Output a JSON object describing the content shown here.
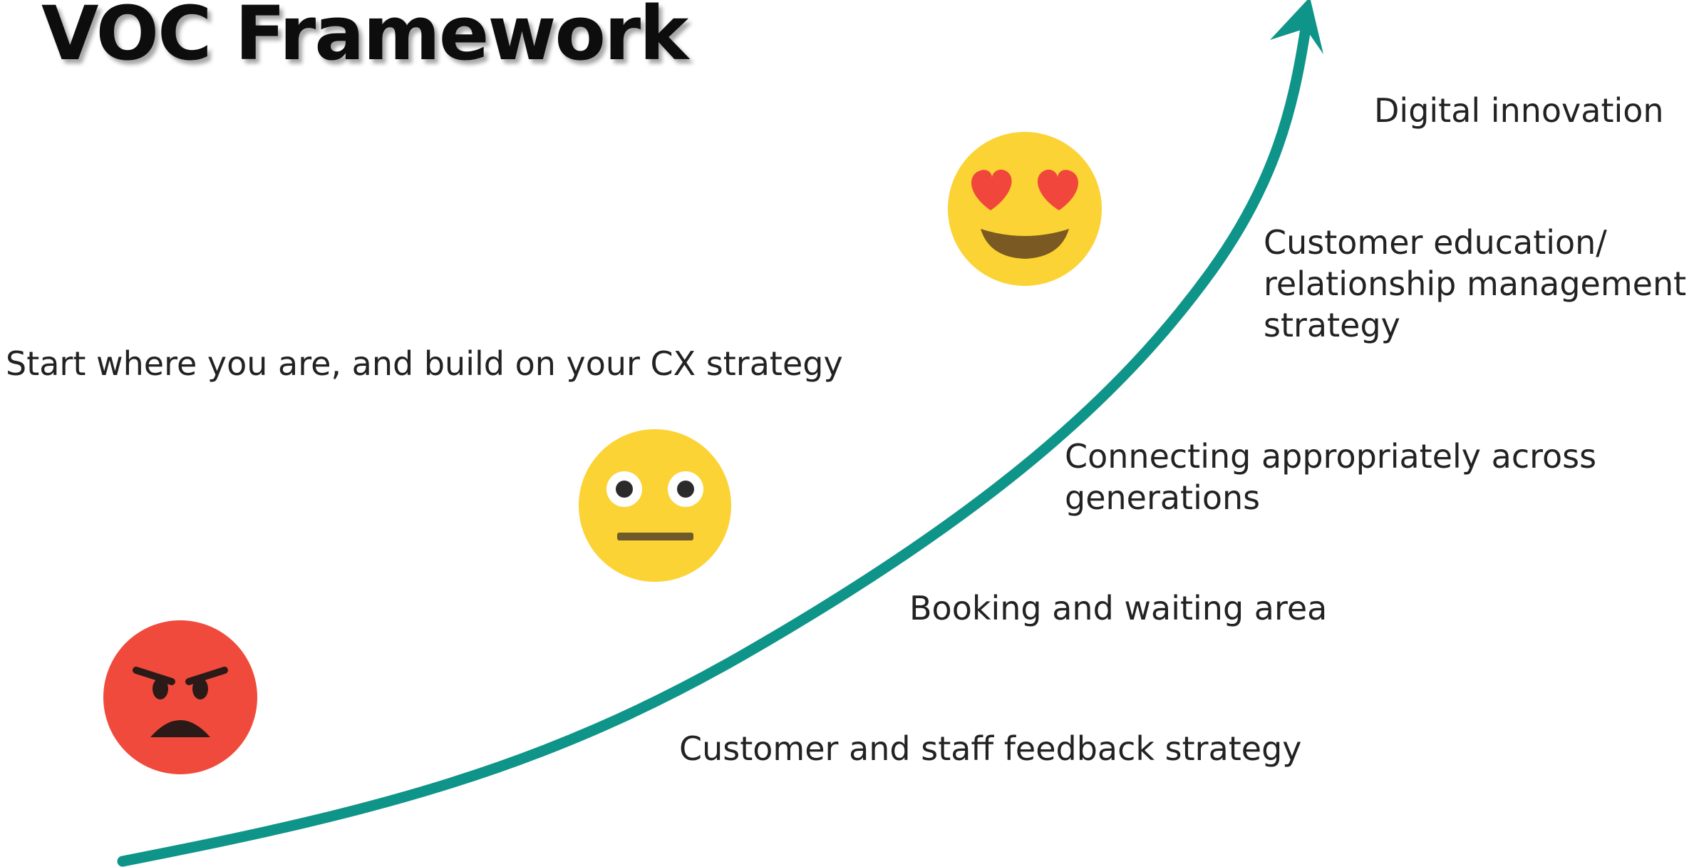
{
  "title": "VOC Framework",
  "subtitle": "Start where you are, and build on your CX strategy",
  "steps": {
    "digital": "Digital innovation",
    "education": [
      "Customer education/",
      "relationship management",
      "strategy"
    ],
    "connecting": [
      "Connecting appropriately across",
      "generations"
    ],
    "booking": "Booking and waiting area",
    "feedback": "Customer and staff feedback strategy"
  },
  "emojis": {
    "angry": "angry-face-icon",
    "neutral": "neutral-face-icon",
    "love": "heart-eyes-face-icon"
  },
  "colors": {
    "arrow": "#0e9488",
    "angry": "#f04a3c",
    "yellow": "#fbd335",
    "heart": "#f0463c"
  }
}
